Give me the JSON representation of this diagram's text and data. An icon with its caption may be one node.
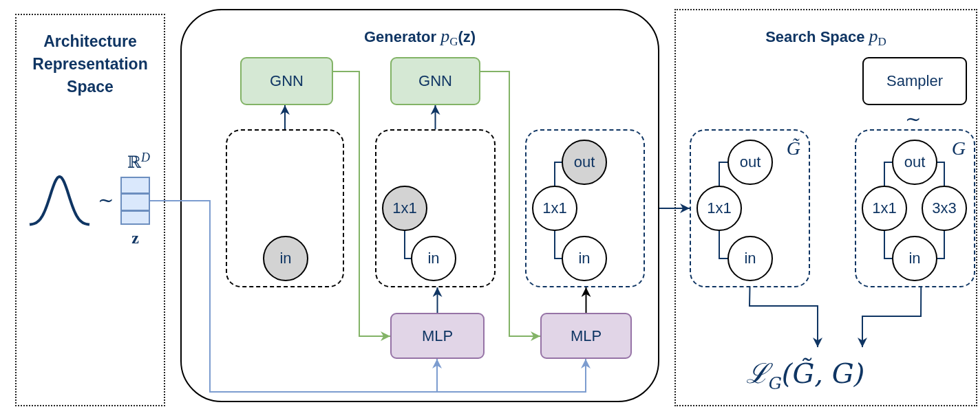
{
  "diagram": {
    "nodes": [
      {
        "text": [
          "Architecture Representation Space"
        ]
      },
      {
        "text": [
          "z"
        ],
        "beside": [
          "ℝ$^{D}$",
          "~"
        ],
        "in": 0
      },
      {
        "text": [
          "**Generator** *p*$_{G}$(**z**)"
        ]
      },
      {
        "text": [
          "GNN"
        ],
        "in": 2
      },
      {
        "text": [
          "GNN"
        ],
        "in": 2
      },
      {
        "text": [],
        "shape": "box",
        "in": 2
      },
      {
        "text": [
          "in"
        ],
        "in": 5
      },
      {
        "text": [],
        "shape": "box",
        "in": 2
      },
      {
        "text": [
          "1x1"
        ],
        "in": 7
      },
      {
        "text": [
          "in"
        ],
        "in": 7
      },
      {
        "text": [],
        "shape": "box",
        "in": 2
      },
      {
        "text": [
          "out"
        ],
        "in": 10
      },
      {
        "text": [
          "1x1"
        ],
        "in": 10
      },
      {
        "text": [
          "in"
        ],
        "in": 10
      },
      {
        "text": [
          "MLP"
        ],
        "in": 2
      },
      {
        "text": [
          "MLP"
        ],
        "in": 2
      },
      {
        "text": [
          "**Search Space** *p*$_{D}$"
        ]
      },
      {
        "text": [
          "Sampler"
        ],
        "in": 16
      },
      {
        "text": [
          "G̃"
        ],
        "in": 16
      },
      {
        "text": [
          "out"
        ],
        "in": 18
      },
      {
        "text": [
          "1x1"
        ],
        "in": 18
      },
      {
        "text": [
          "in"
        ],
        "in": 18
      },
      {
        "text": [
          "G"
        ],
        "in": 16
      },
      {
        "text": [
          "out"
        ],
        "in": 22
      },
      {
        "text": [
          "1x1"
        ],
        "in": 22
      },
      {
        "text": [
          "3x3"
        ],
        "in": 22
      },
      {
        "text": [
          "in"
        ],
        "in": 22
      },
      {
        "text": [
          "ℒ$_{G}$(G̃, G)"
        ],
        "in": 16
      }
    ],
    "edges": [
      {
        "from": 5,
        "to": 3,
        "arrow": "to"
      },
      {
        "from": 7,
        "to": 4,
        "arrow": "to"
      },
      {
        "from": 3,
        "to": 14,
        "arrow": "to",
        "color": "#82b366"
      },
      {
        "from": 4,
        "to": 15,
        "arrow": "to",
        "color": "#82b366"
      },
      {
        "from": 1,
        "to": 14,
        "arrow": "to",
        "color": "#7c9ccf"
      },
      {
        "from": 1,
        "to": 15,
        "arrow": "to",
        "color": "#7c9ccf"
      },
      {
        "from": 14,
        "to": 7,
        "arrow": "to"
      },
      {
        "from": 15,
        "to": 10,
        "arrow": "to",
        "color": "#000000"
      },
      {
        "from": 2,
        "to": 18,
        "arrow": "to"
      },
      {
        "from": 18,
        "to": 27,
        "arrow": "to"
      },
      {
        "from": 22,
        "to": 27,
        "arrow": "to"
      },
      {
        "from": 8,
        "to": 9,
        "arrow": "none"
      },
      {
        "from": 12,
        "to": 11,
        "arrow": "none"
      },
      {
        "from": 12,
        "to": 13,
        "arrow": "none"
      },
      {
        "from": 20,
        "to": 19,
        "arrow": "none"
      },
      {
        "from": 20,
        "to": 21,
        "arrow": "none"
      },
      {
        "from": 24,
        "to": 23,
        "arrow": "none"
      },
      {
        "from": 25,
        "to": 23,
        "arrow": "none"
      },
      {
        "from": 24,
        "to": 26,
        "arrow": "none"
      },
      {
        "from": 25,
        "to": 26,
        "arrow": "none"
      }
    ],
    "labels": [
      "~"
    ]
  }
}
